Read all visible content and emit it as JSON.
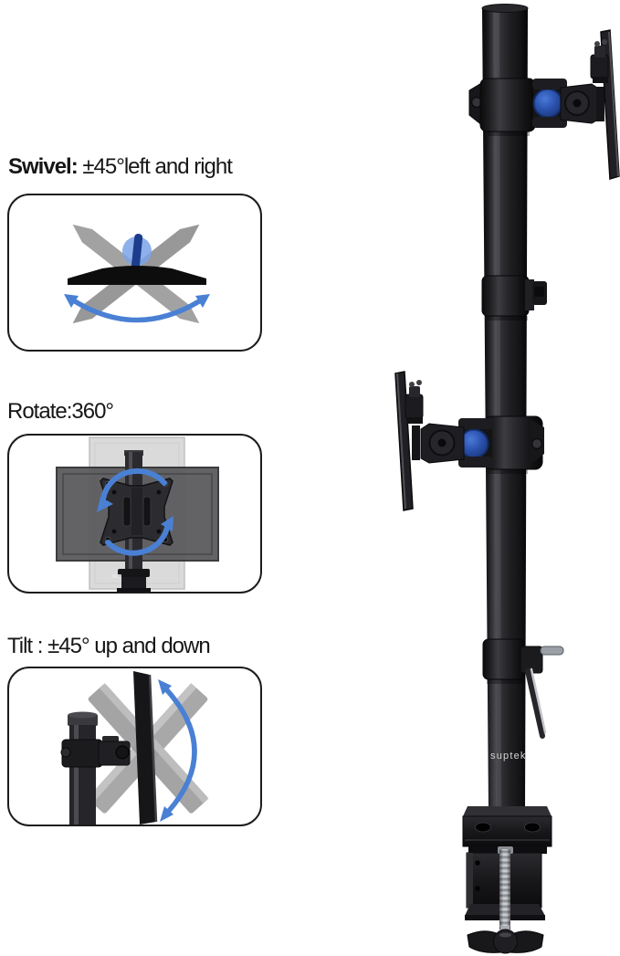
{
  "colors": {
    "background": "#ffffff",
    "heading-text": "#161616",
    "box-border": "#1c1c1c",
    "accent-blue": "#2b52ae",
    "arrow-blue": "#4a80d4",
    "diagram-gray": "#9a9a9a",
    "monitor-black": "#0d0d0d",
    "pole-black": "#1b1b1d",
    "metal-silver": "#b9bdc3",
    "brand-text": "#d4d4d4"
  },
  "features": [
    {
      "name": "swivel",
      "label_bold": "Swivel:",
      "label_rest": " ±45°left and right"
    },
    {
      "name": "rotate",
      "label_bold": "Rotate:",
      "label_rest": "360°"
    },
    {
      "name": "tilt",
      "label_bold": "Tilt : ",
      "label_rest": "±45° up and down"
    }
  ],
  "product": {
    "brand_label": "suptek"
  }
}
